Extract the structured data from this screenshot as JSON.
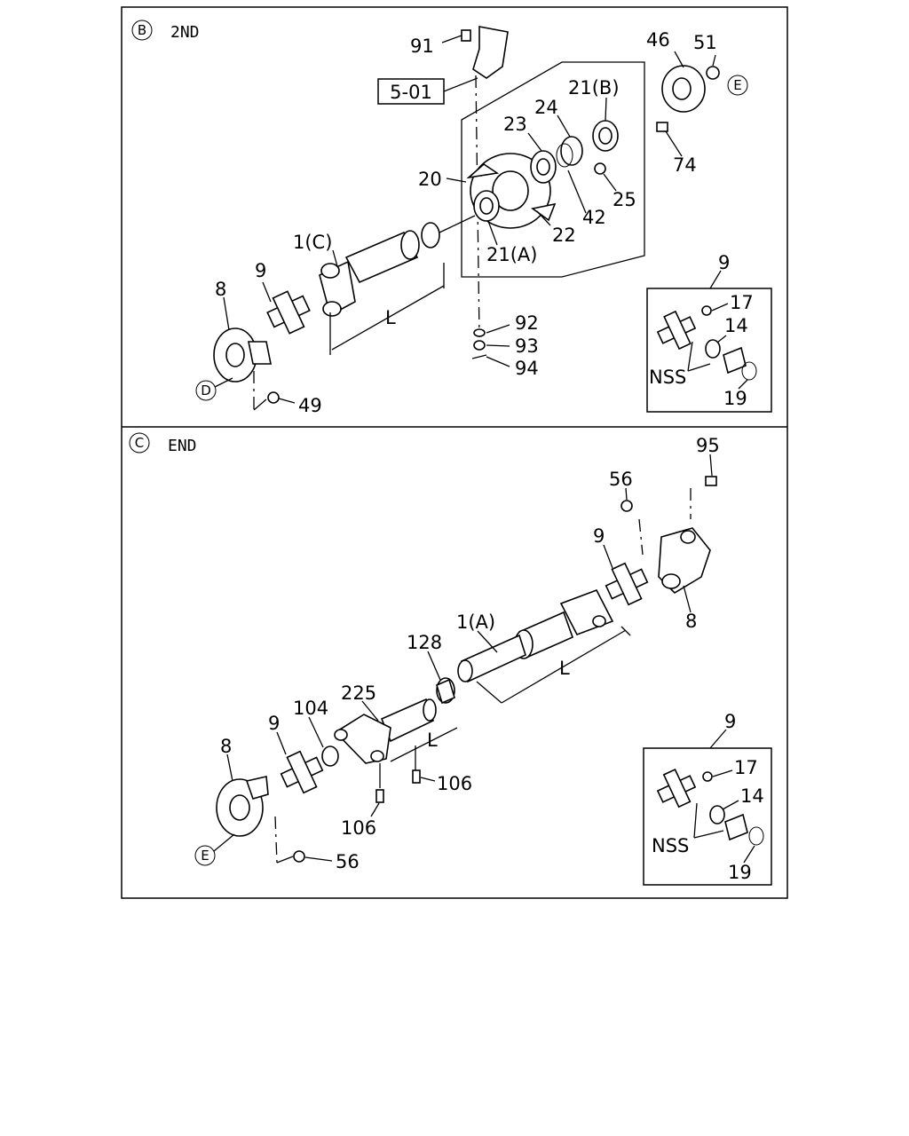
{
  "upper": {
    "section_marker": "B",
    "section_title": "2ND",
    "ref_box": "5-01",
    "dim": "L",
    "callout_d": "D",
    "callout_e": "E",
    "labels": {
      "p91": "91",
      "p46": "46",
      "p51": "51",
      "p21b": "21(B)",
      "p24": "24",
      "p23": "23",
      "p74": "74",
      "p20": "20",
      "p25": "25",
      "p42": "42",
      "p22": "22",
      "p1c": "1(C)",
      "p21a": "21(A)",
      "p9": "9",
      "p8": "8",
      "p92": "92",
      "p93": "93",
      "p94": "94",
      "p49": "49"
    },
    "inset": {
      "p9": "9",
      "p17": "17",
      "p14": "14",
      "nss": "NSS",
      "p19": "19"
    }
  },
  "lower": {
    "section_marker": "C",
    "section_title": "END",
    "dim": "L",
    "callout_e": "E",
    "labels": {
      "p95": "95",
      "p56a": "56",
      "p9a": "9",
      "p8a": "8",
      "p1a": "1(A)",
      "p128": "128",
      "p225": "225",
      "p104": "104",
      "p9b": "9",
      "p8b": "8",
      "p106a": "106",
      "p106b": "106",
      "p56b": "56",
      "dim_small": "L"
    },
    "inset": {
      "p9": "9",
      "p17": "17",
      "p14": "14",
      "nss": "NSS",
      "p19": "19"
    }
  }
}
